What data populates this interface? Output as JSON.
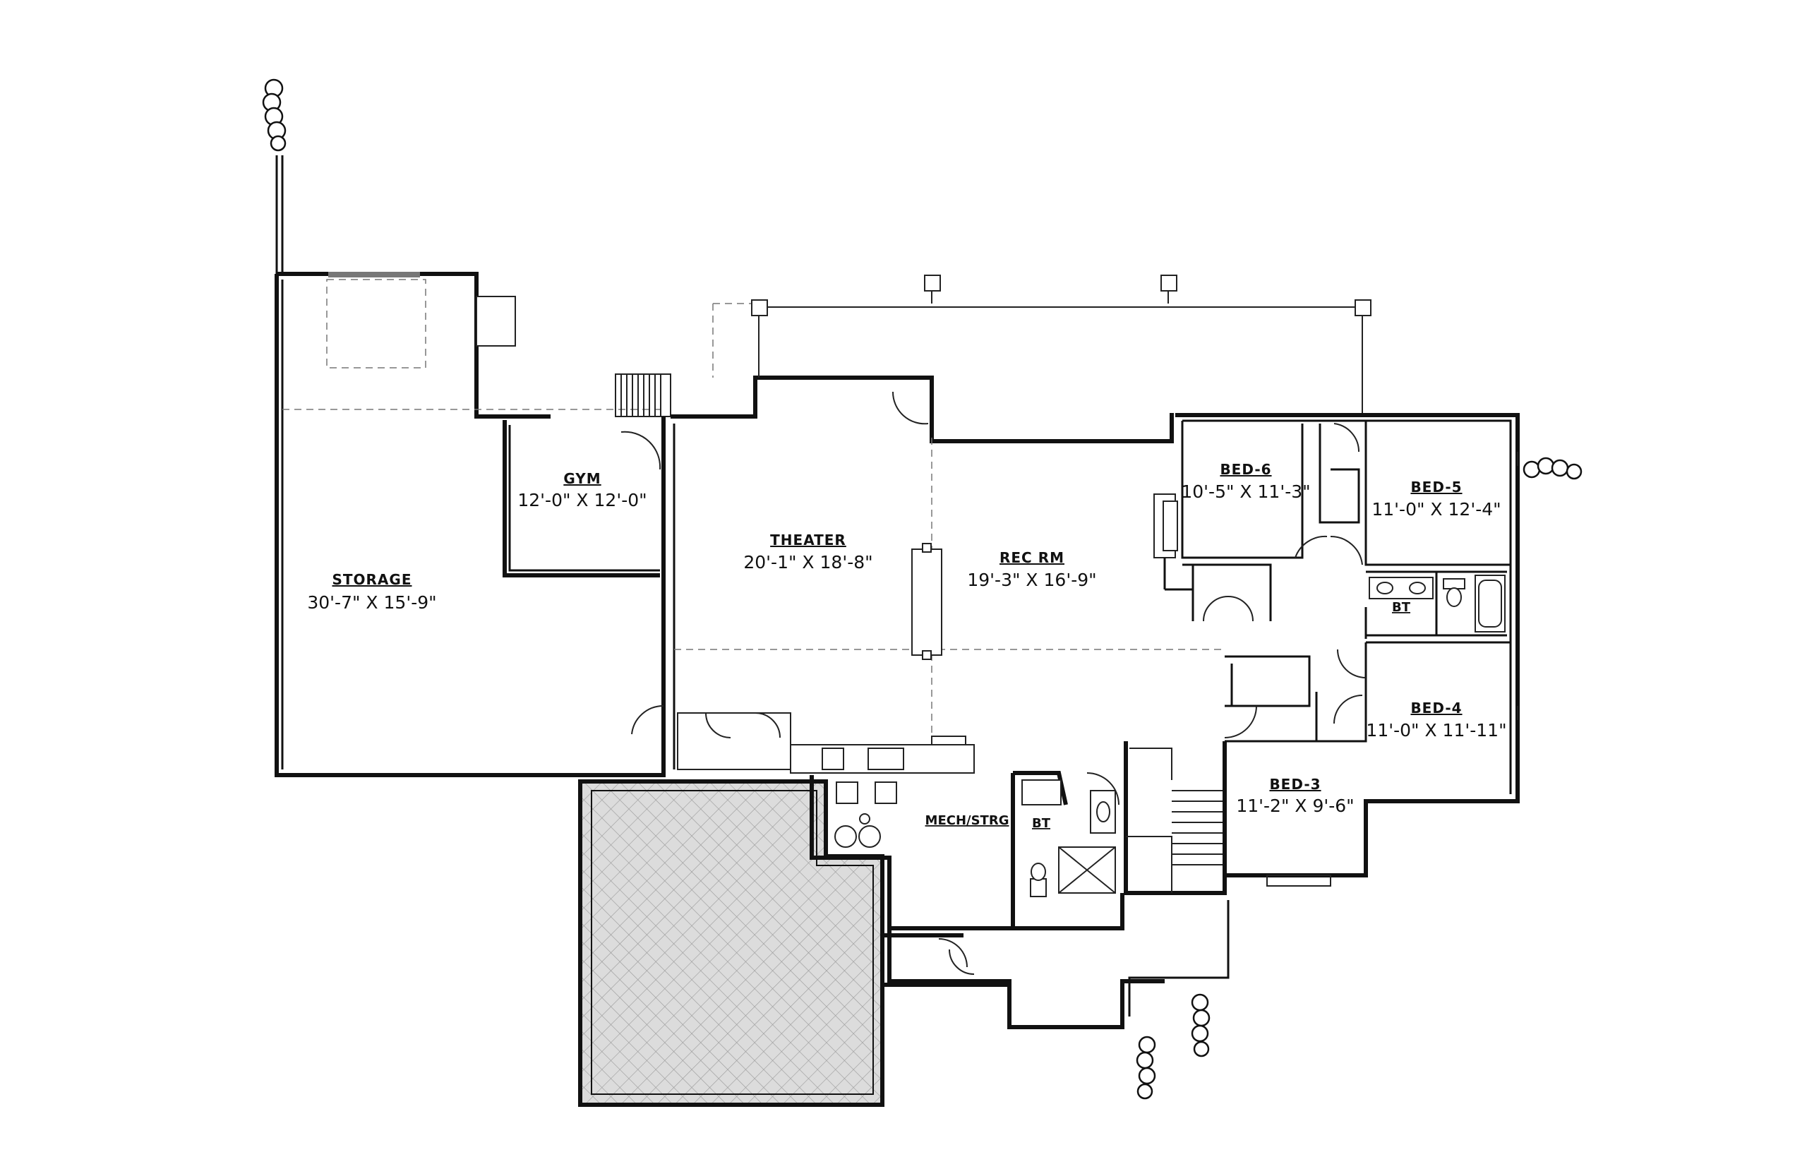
{
  "rooms": {
    "storage": {
      "name": "STORAGE",
      "dims": "30'-7\" X 15'-9\""
    },
    "gym": {
      "name": "GYM",
      "dims": "12'-0\" X 12'-0\""
    },
    "theater": {
      "name": "THEATER",
      "dims": "20'-1\" X 18'-8\""
    },
    "rec": {
      "name": "REC RM",
      "dims": "19'-3\" X 16'-9\""
    },
    "bed6": {
      "name": "BED-6",
      "dims": "10'-5\" X 11'-3\""
    },
    "bed5": {
      "name": "BED-5",
      "dims": "11'-0\" X 12'-4\""
    },
    "bed4": {
      "name": "BED-4",
      "dims": "11'-0\" X 11'-11\""
    },
    "bed3": {
      "name": "BED-3",
      "dims": "11'-2\" X 9'-6\""
    }
  },
  "labels": {
    "bath_upper": "BT",
    "bath_lower": "BT",
    "mech": "MECH/STRG"
  },
  "colors": {
    "wall": "#111111",
    "patio_fill": "#d9d9d9"
  }
}
